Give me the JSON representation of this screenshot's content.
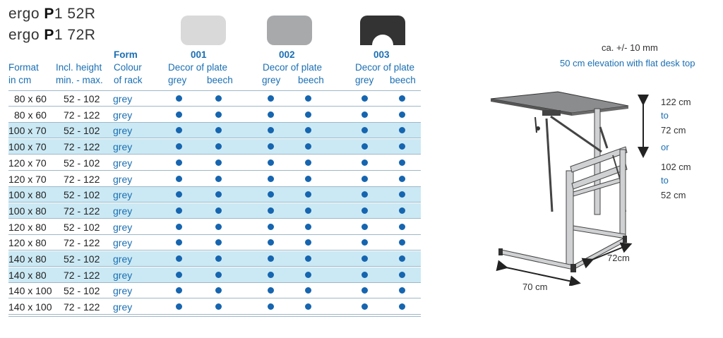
{
  "title": {
    "line1": {
      "prefix": "ergo ",
      "bold": "P",
      "suffix": "1 52R"
    },
    "line2": {
      "prefix": "ergo ",
      "bold": "P",
      "suffix": "1 72R"
    }
  },
  "headers": {
    "format": [
      "Format",
      "in cm"
    ],
    "height": [
      "Incl. height",
      "min. - max."
    ],
    "rack": [
      "Form",
      "Colour",
      "of rack"
    ],
    "decor_label": "Decor of plate",
    "col_grey": "grey",
    "col_beech": "beech"
  },
  "forms": [
    {
      "code": "001",
      "color": "#d9d9d9"
    },
    {
      "code": "002",
      "color": "#a7a9ab"
    },
    {
      "code": "003",
      "color": "#333333"
    }
  ],
  "rows": [
    {
      "format": "80 x  60",
      "height": "52 - 102",
      "rack": "grey",
      "highlight": false
    },
    {
      "format": "80 x  60",
      "height": "72 - 122",
      "rack": "grey",
      "highlight": false
    },
    {
      "format": "100 x  70",
      "height": "52 - 102",
      "rack": "grey",
      "highlight": true
    },
    {
      "format": "100 x  70",
      "height": "72 - 122",
      "rack": "grey",
      "highlight": true
    },
    {
      "format": "120 x  70",
      "height": "52 - 102",
      "rack": "grey",
      "highlight": false
    },
    {
      "format": "120 x  70",
      "height": "72 - 122",
      "rack": "grey",
      "highlight": false
    },
    {
      "format": "100 x  80",
      "height": "52 - 102",
      "rack": "grey",
      "highlight": true
    },
    {
      "format": "100 x  80",
      "height": "72 - 122",
      "rack": "grey",
      "highlight": true
    },
    {
      "format": "120 x  80",
      "height": "52 - 102",
      "rack": "grey",
      "highlight": false
    },
    {
      "format": "120 x  80",
      "height": "72 - 122",
      "rack": "grey",
      "highlight": false
    },
    {
      "format": "140 x  80",
      "height": "52 - 102",
      "rack": "grey",
      "highlight": true
    },
    {
      "format": "140 x  80",
      "height": "72 - 122",
      "rack": "grey",
      "highlight": true
    },
    {
      "format": "140 x 100",
      "height": "52 - 102",
      "rack": "grey",
      "highlight": false
    },
    {
      "format": "140 x 100",
      "height": "72 - 122",
      "rack": "grey",
      "highlight": false
    }
  ],
  "diagram": {
    "tolerance": "ca. +/- 10 mm",
    "elevation": "50 cm elevation with flat desk top",
    "h1_max": "122 cm",
    "h1_to": "to",
    "h1_min": "72 cm",
    "or": "or",
    "h2_max": "102 cm",
    "h2_to": "to",
    "h2_min": "52 cm",
    "depth": "72cm",
    "width": "70 cm"
  },
  "colors": {
    "accent": "#1a6fb3",
    "dot": "#1565b0",
    "row_highlight": "#cbe9f4"
  }
}
